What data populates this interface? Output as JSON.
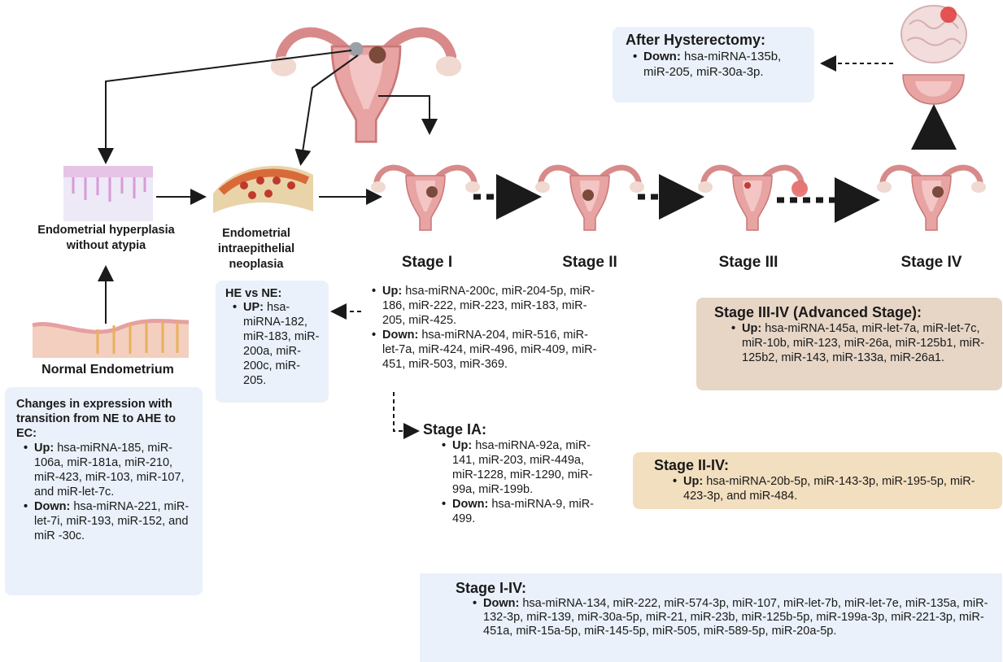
{
  "colors": {
    "box_blue": "#eaf1fa",
    "box_tan": "#e7d6c6",
    "box_gold": "#f2dfbf",
    "arrow": "#1a1a1a",
    "uterus": "#e8a3a3",
    "tumor": "#7a4a3a"
  },
  "tissue_labels": {
    "hyperplasia": "Endometrial hyperplasia without atypia",
    "ein": "Endometrial intraepithelial neoplasia",
    "normal": "Normal Endometrium"
  },
  "stages": {
    "s1": "Stage I",
    "s2": "Stage II",
    "s3": "Stage III",
    "s4": "Stage IV"
  },
  "after_hysterectomy": {
    "title": "After Hysterectomy:",
    "down_label": "Down:",
    "down_text": "hsa-miRNA-135b,  miR-205, miR-30a-3p."
  },
  "he_vs_ne": {
    "title": "HE  vs NE:",
    "up_label": "UP:",
    "up_text": "hsa-miRNA-182, miR-183, miR-200a, miR-200c, miR-205."
  },
  "transition": {
    "title": "Changes in expression with transition from NE to AHE to EC:",
    "up_label": "Up:",
    "up_text": "hsa-miRNA-185, miR-106a, miR-181a, miR-210, miR-423, miR-103, miR-107, and miR-let-7c.",
    "down_label": "Down:",
    "down_text": "hsa-miRNA-221, miR-let-7i, miR-193, miR-152, and miR -30c."
  },
  "stage1_markers": {
    "up_label": "Up:",
    "up_text": "hsa-miRNA-200c, miR-204-5p, miR-186, miR-222, miR-223, miR-183, miR-205, miR-425.",
    "down_label": "Down:",
    "down_text": "hsa-miRNA-204, miR-516, miR-let-7a, miR-424, miR-496, miR-409, miR-451, miR-503, miR-369."
  },
  "stage1a": {
    "title": "Stage IA:",
    "up_label": "Up:",
    "up_text": "hsa-miRNA-92a, miR-141, miR-203, miR-449a, miR-1228, miR-1290, miR-99a, miR-199b.",
    "down_label": "Down:",
    "down_text": "hsa-miRNA-9, miR-499."
  },
  "advanced": {
    "title": "Stage III-IV (Advanced Stage):",
    "up_label": "Up:",
    "up_text": "hsa-miRNA-145a, miR-let-7a, miR-let-7c, miR-10b, miR-123, miR-26a, miR-125b1, miR-125b2,  miR-143, miR-133a,  miR-26a1."
  },
  "stage2_4": {
    "title": "Stage II-IV:",
    "up_label": "Up:",
    "up_text": "hsa-miRNA-20b-5p, miR-143-3p, miR-195-5p, miR-423-3p, and miR-484."
  },
  "stage1_4": {
    "title": "Stage I-IV:",
    "down_label": "Down:",
    "down_text": "hsa-miRNA-134,  miR-222, miR-574-3p, miR-107, miR-let-7b, miR-let-7e, miR-135a,  miR-132-3p,  miR-139, miR-30a-5p,  miR-21, miR-23b, miR-125b-5p, miR-199a-3p, miR-221-3p, miR-451a, miR-15a-5p,  miR-145-5p,  miR-505, miR-589-5p,  miR-20a-5p."
  }
}
